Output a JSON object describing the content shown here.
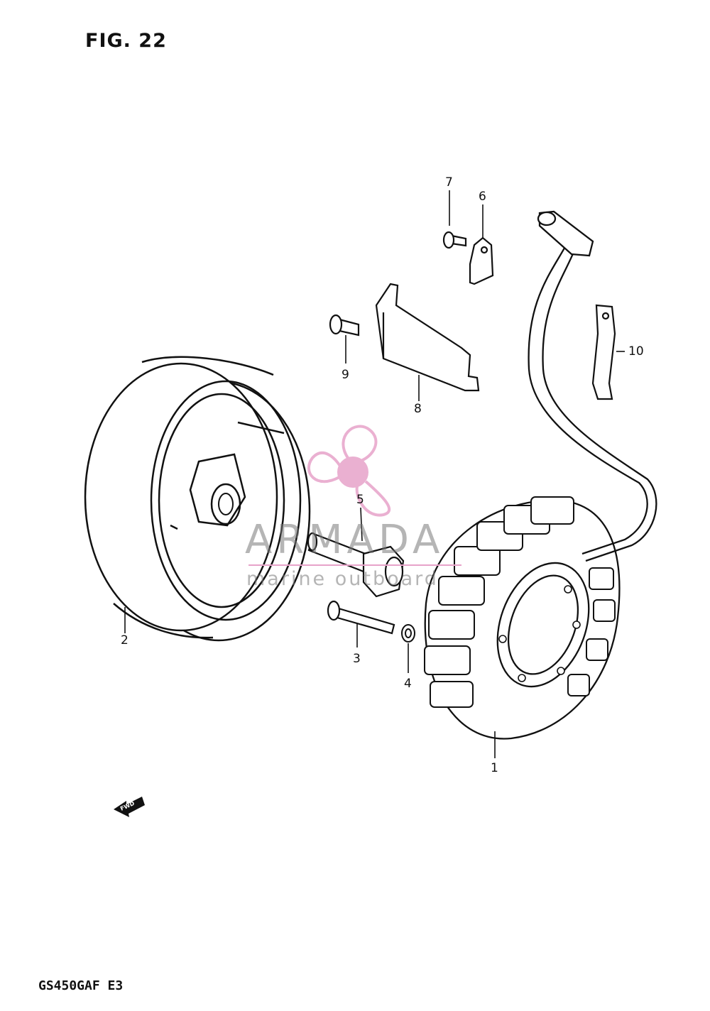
{
  "figure": {
    "title": "FIG. 22",
    "model_code": "GS450GAF E3",
    "fwd_marker": "FWD"
  },
  "parts": [
    {
      "id": "1",
      "label": "1",
      "name": "stator"
    },
    {
      "id": "2",
      "label": "2",
      "name": "rotor"
    },
    {
      "id": "3",
      "label": "3",
      "name": "screw"
    },
    {
      "id": "4",
      "label": "4",
      "name": "washer"
    },
    {
      "id": "5",
      "label": "5",
      "name": "bolt"
    },
    {
      "id": "6",
      "label": "6",
      "name": "clamp"
    },
    {
      "id": "7",
      "label": "7",
      "name": "screw"
    },
    {
      "id": "8",
      "label": "8",
      "name": "lead-wire-guide"
    },
    {
      "id": "9",
      "label": "9",
      "name": "screw"
    },
    {
      "id": "10",
      "label": "10",
      "name": "clamp"
    }
  ],
  "watermark": {
    "name": "ARMADA",
    "subtitle": "marine outboard",
    "color": "#e7a3c9"
  },
  "colors": {
    "ink": "#111111",
    "background": "#ffffff"
  }
}
